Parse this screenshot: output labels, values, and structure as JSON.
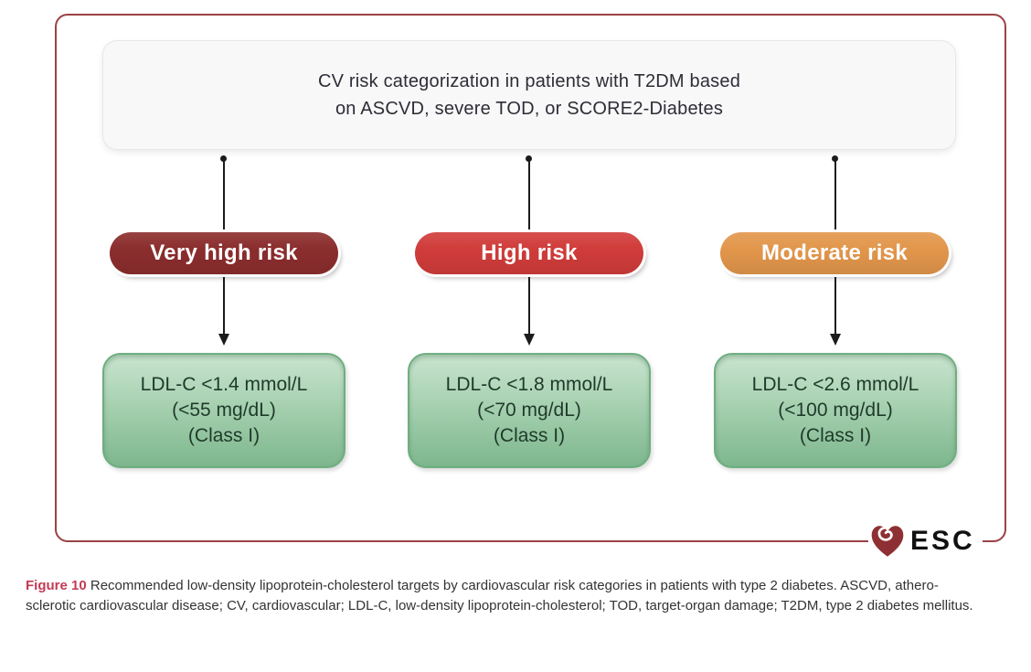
{
  "figure": {
    "header": {
      "line1": "CV risk categorization in patients with T2DM based",
      "line2": "on ASCVD, severe TOD, or SCORE2-Diabetes"
    },
    "columns": [
      {
        "risk_label": "Very high risk",
        "risk_color": "#8b2d2d",
        "target_line1": "LDL-C <1.4 mmol/L",
        "target_line2": "(<55 mg/dL)",
        "target_line3": "(Class I)"
      },
      {
        "risk_label": "High risk",
        "risk_color": "#d03c3a",
        "target_line1": "LDL-C <1.8 mmol/L",
        "target_line2": "(<70 mg/dL)",
        "target_line3": "(Class I)"
      },
      {
        "risk_label": "Moderate risk",
        "risk_color": "#e2964b",
        "target_line1": "LDL-C <2.6 mmol/L",
        "target_line2": "(<100 mg/dL)",
        "target_line3": "(Class I)"
      }
    ],
    "logo": {
      "text": "ESC",
      "icon": "esc-heart-logo",
      "heart_color": "#8e3033"
    },
    "colors": {
      "frame_border": "#9b4244",
      "arrow": "#1b1b1b",
      "header_box_bg": "#f8f8f9",
      "target_box_border": "#6fae80",
      "target_box_gradient_top": "#c9e4ce",
      "target_box_gradient_bottom": "#7db78d",
      "figure_label_red": "#c43a55"
    }
  },
  "caption": {
    "label": "Figure 10",
    "line1_rest": "Recommended low-density lipoprotein-cholesterol targets by cardiovascular risk categories in patients with type 2 diabetes. ASCVD, athero-",
    "line2": "sclerotic cardiovascular disease; CV, cardiovascular; LDL-C, low-density lipoprotein-cholesterol; TOD, target-organ damage; T2DM, type 2 diabetes mellitus."
  }
}
